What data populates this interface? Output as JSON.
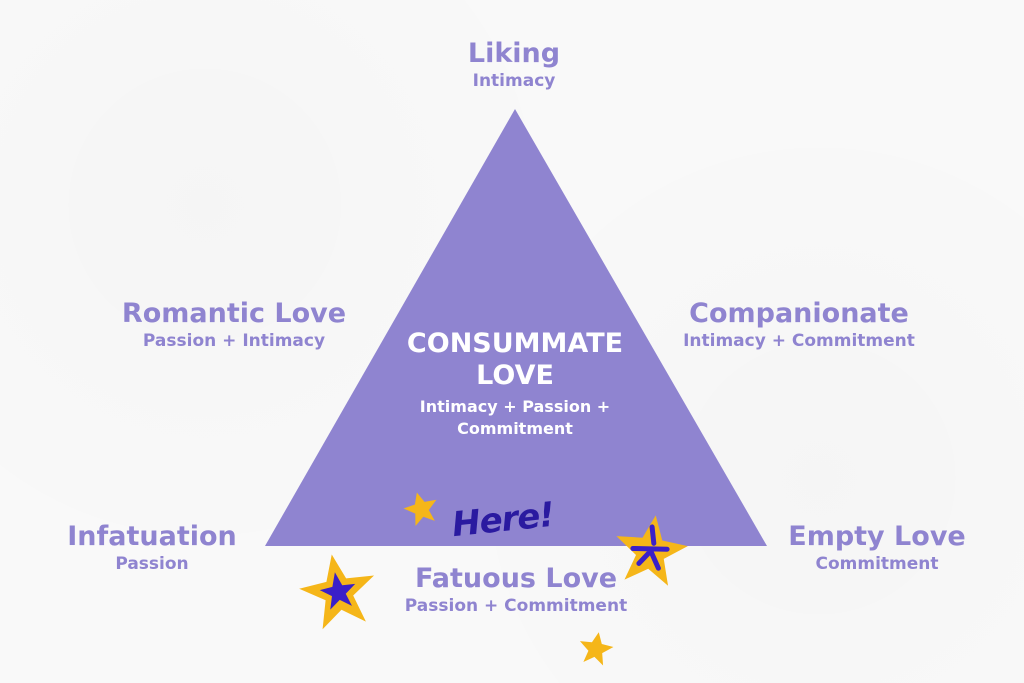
{
  "vertices": {
    "top": {
      "title": "Liking",
      "sub": "Intimacy"
    },
    "left_mid": {
      "title": "Romantic Love",
      "sub": "Passion + Intimacy"
    },
    "right_mid": {
      "title": "Companionate",
      "sub": "Intimacy + Commitment"
    },
    "bottom_left": {
      "title": "Infatuation",
      "sub": "Passion"
    },
    "bottom_right": {
      "title": "Empty Love",
      "sub": "Commitment"
    },
    "bottom_mid": {
      "title": "Fatuous Love",
      "sub": "Passion + Commitment"
    }
  },
  "center": {
    "title_line1": "CONSUMMATE",
    "title_line2": "LOVE",
    "sub_line1": "Intimacy + Passion +",
    "sub_line2": "Commitment"
  },
  "annotation": {
    "text": "Here!"
  },
  "colors": {
    "triangle": "#8f84d0",
    "label_text": "#8f84d0",
    "star_fill": "#f5b619",
    "star_ink": "#3a1fc8",
    "annotation_ink": "#2a1aa0"
  }
}
